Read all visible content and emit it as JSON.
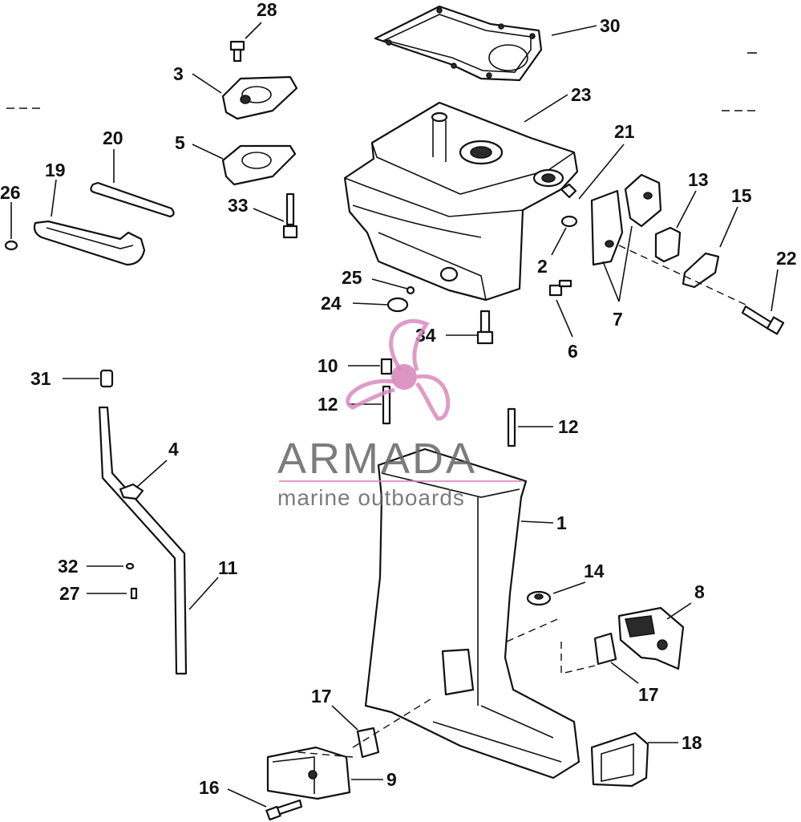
{
  "diagram": {
    "callouts": [
      "28",
      "30",
      "3",
      "23",
      "5",
      "21",
      "20",
      "19",
      "13",
      "15",
      "26",
      "33",
      "2",
      "22",
      "7",
      "25",
      "24",
      "34",
      "6",
      "10",
      "31",
      "12",
      "12b",
      "4",
      "1",
      "14",
      "8",
      "32",
      "27",
      "11",
      "17",
      "17b",
      "18",
      "9",
      "16"
    ],
    "labels": {
      "28": "28",
      "30": "30",
      "3": "3",
      "23": "23",
      "5": "5",
      "21": "21",
      "20": "20",
      "19": "19",
      "13": "13",
      "15": "15",
      "26": "26",
      "33": "33",
      "2": "2",
      "22": "22",
      "7": "7",
      "25": "25",
      "24": "24",
      "34": "34",
      "6": "6",
      "10": "10",
      "31": "31",
      "12": "12",
      "12b": "12",
      "4": "4",
      "1": "1",
      "14": "14",
      "8": "8",
      "32": "32",
      "27": "27",
      "11": "11",
      "17": "17",
      "17b": "17",
      "18": "18",
      "9": "9",
      "16": "16"
    }
  },
  "watermark": {
    "brand": "ARMADA",
    "tagline": "marine outboards",
    "accent_color": "#d98bbd",
    "text_color": "#666666"
  }
}
